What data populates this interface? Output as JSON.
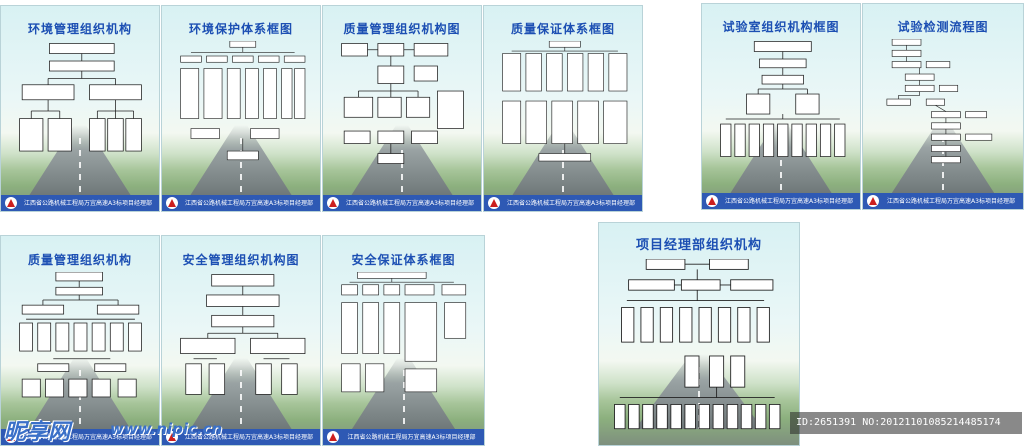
{
  "boards": [
    {
      "title": "环境管理组织机构",
      "footer": "江西省公路机械工程局万宜高速A3标项目经理部"
    },
    {
      "title": "环境保护体系框图",
      "footer": "江西省公路机械工程局万宜高速A3标项目经理部"
    },
    {
      "title": "质量管理组织机构图",
      "footer": "江西省公路机械工程局万宜高速A3标项目经理部"
    },
    {
      "title": "质量保证体系框图",
      "footer": "江西省公路机械工程局万宜高速A3标项目经理部"
    },
    {
      "title": "试验室组织机构框图",
      "footer": "江西省公路机械工程局万宜高速A3标项目经理部"
    },
    {
      "title": "试验检测流程图",
      "footer": "江西省公路机械工程局万宜高速A3标项目经理部"
    },
    {
      "title": "质量管理组织机构",
      "footer": "江西省公路机械工程局万宜高速A3标项目经理部"
    },
    {
      "title": "安全管理组织机构图",
      "footer": "江西省公路机械工程局万宜高速A3标项目经理部"
    },
    {
      "title": "安全保证体系框图",
      "footer": "江西省公路机械工程局万宜高速A3标项目经理部"
    },
    {
      "title": "项目经理部组织机构",
      "footer": ""
    }
  ],
  "watermark": {
    "brand": "昵享网",
    "url": "www.nipic.cn"
  },
  "image_id": "ID:2651391 NO:20121101085214485174",
  "colors": {
    "title": "#1c4fb3",
    "footer_band": "#2e59b4",
    "logo_red": "#cc1f1f"
  }
}
